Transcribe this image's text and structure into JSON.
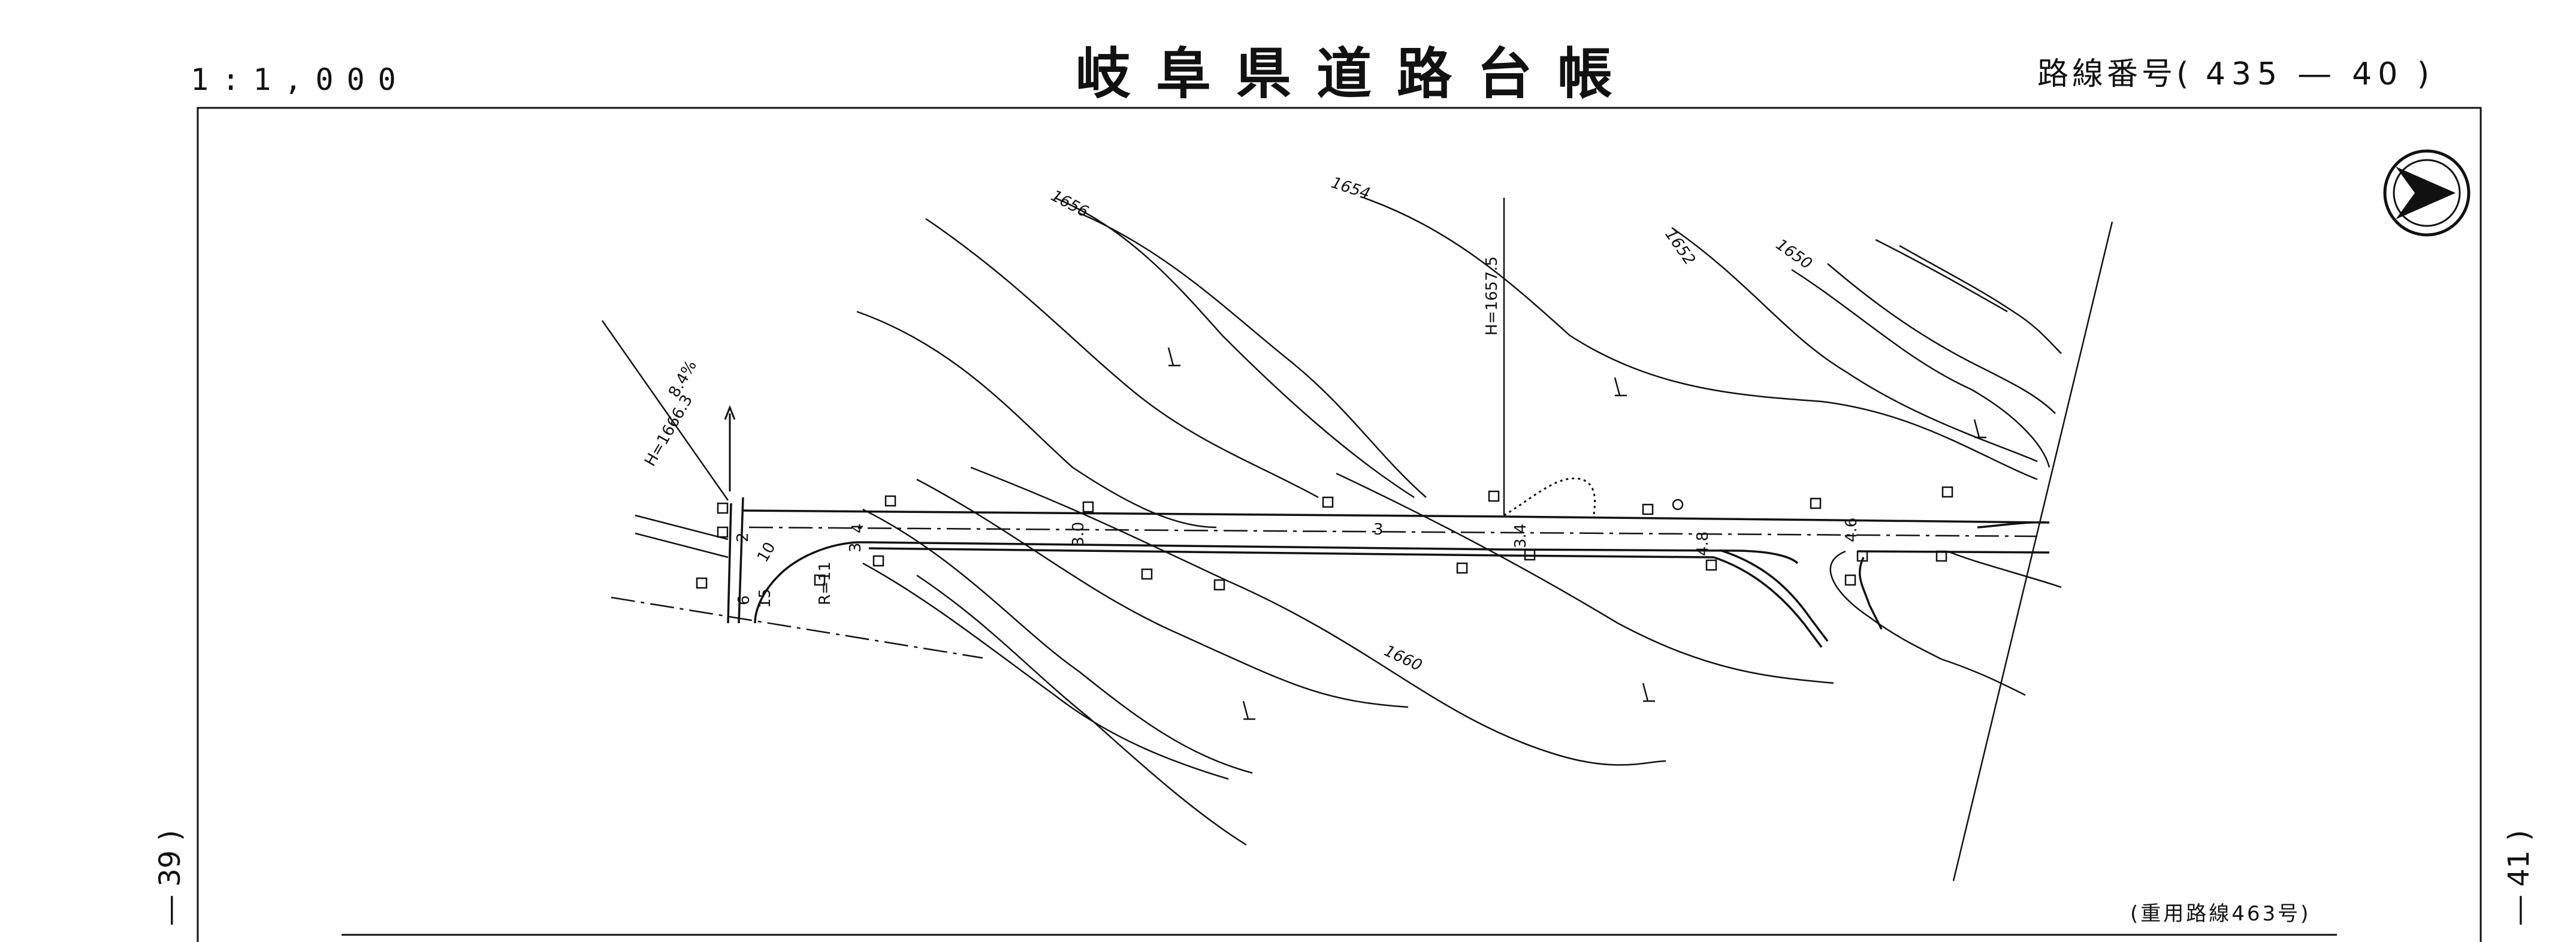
{
  "header": {
    "scale": "1:1,000",
    "title": "岐阜県道路台帳",
    "route_label": "路線番号(",
    "route_number": "435 ― 40",
    "route_close": ")"
  },
  "side_refs": {
    "left": "― 39 )",
    "right": "― 41 )"
  },
  "footer": {
    "shared_route": "(重用路線463号)"
  },
  "map": {
    "contours": [
      "1656",
      "1654",
      "1652",
      "1650",
      "1660"
    ],
    "elevation_top": "H=1657.5",
    "elevation_left": "H=1666.3",
    "grade": "8.4%",
    "curve_radius": "R=11",
    "widths": [
      "4",
      "3",
      "3.0",
      "3",
      "3.4",
      "4.8",
      "4.6",
      "2",
      "10",
      "6",
      "15"
    ],
    "north_arrow": "north-arrow-icon"
  }
}
